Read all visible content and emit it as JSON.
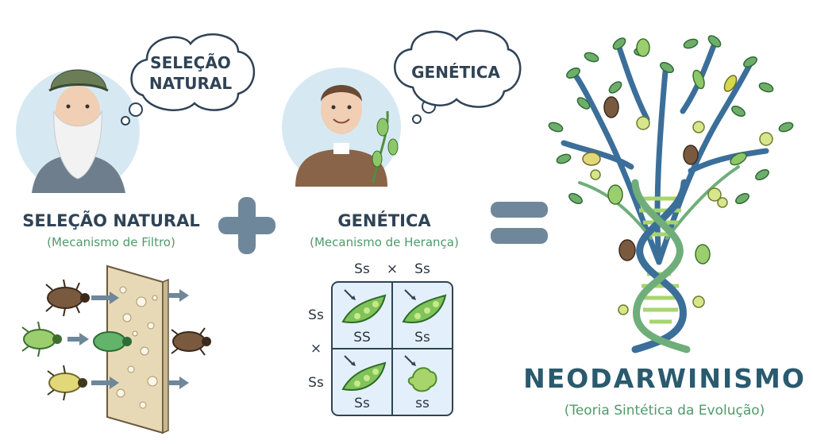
{
  "darwin": {
    "bubble_line1": "SELEÇÃO",
    "bubble_line2": "NATURAL",
    "title": "SELEÇÃO NATURAL",
    "subtitle": "(Mecanismo de Filtro)"
  },
  "mendel": {
    "bubble": "GENÉTICA",
    "title": "GENÉTICA",
    "subtitle": "(Mecanismo de Herança)"
  },
  "punnett": {
    "top_left": "Ss",
    "times_top": "×",
    "top_right": "Ss",
    "left_top": "Ss",
    "times_left": "×",
    "left_bottom": "Ss",
    "cells": [
      "SS",
      "Ss",
      "Ss",
      "ss"
    ]
  },
  "result": {
    "title": "NEODARWINISMO",
    "subtitle": "(Teoria Sintética da Evolução)"
  },
  "colors": {
    "title": "#2f4355",
    "subtitle_green": "#4f9a6a",
    "operator": "#6f879b",
    "accent_blue": "#2a5a6e"
  }
}
